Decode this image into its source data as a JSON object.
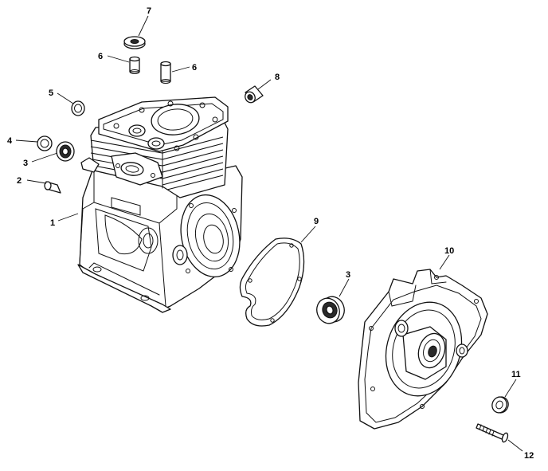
{
  "callouts": {
    "c1": "1",
    "c2": "2",
    "c3a": "3",
    "c3b": "3",
    "c4": "4",
    "c5": "5",
    "c6a": "6",
    "c6b": "6",
    "c7": "7",
    "c8": "8",
    "c9": "9",
    "c10": "10",
    "c11": "11",
    "c12": "12"
  }
}
